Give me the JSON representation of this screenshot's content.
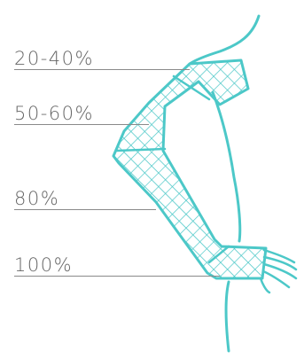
{
  "figure": {
    "title": "",
    "colors": {
      "outline": "#4cc8c8",
      "mesh": "#4cc8c8",
      "text": "#666666",
      "rule": "#8a8a8a"
    },
    "levels": [
      {
        "label": "20-40%"
      },
      {
        "label": "50-60%"
      },
      {
        "label": "80%"
      },
      {
        "label": "100%"
      }
    ]
  }
}
